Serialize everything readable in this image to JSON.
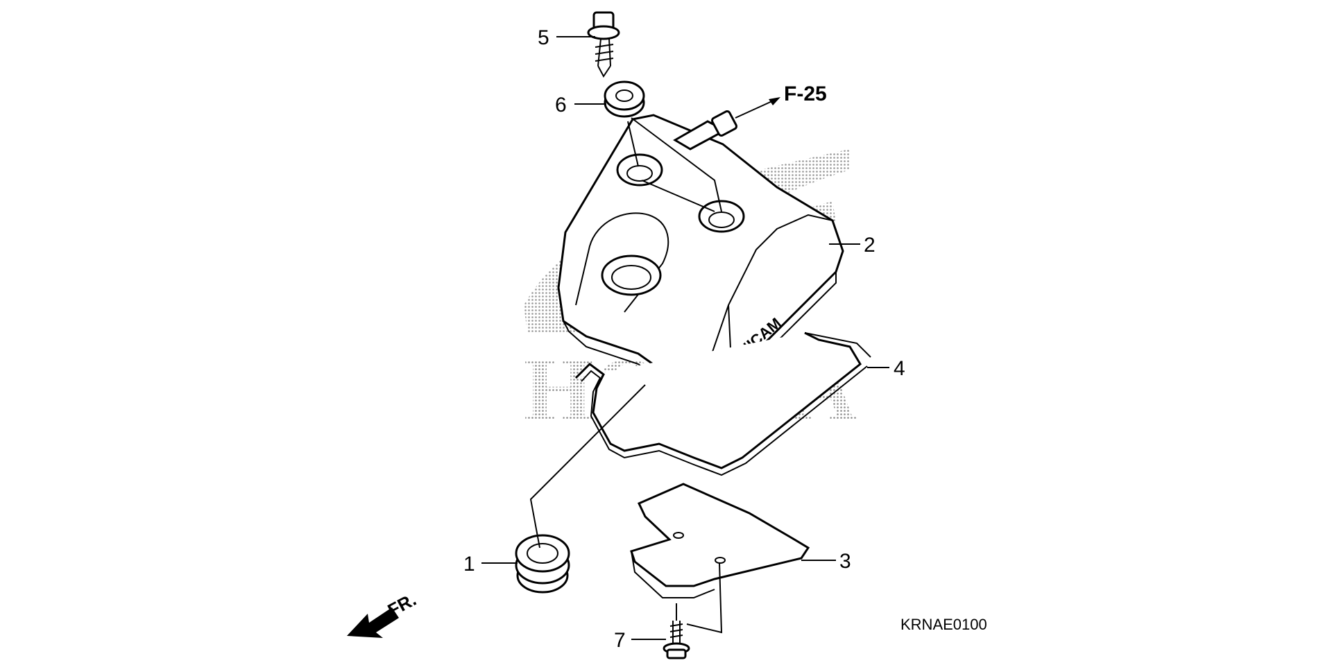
{
  "watermark": {
    "text": "HONDA",
    "color": "#b5b5b5"
  },
  "cover_label": "UNICAM",
  "callouts": [
    {
      "id": "1",
      "label": "1"
    },
    {
      "id": "2",
      "label": "2"
    },
    {
      "id": "3",
      "label": "3"
    },
    {
      "id": "4",
      "label": "4"
    },
    {
      "id": "5",
      "label": "5"
    },
    {
      "id": "6",
      "label": "6"
    },
    {
      "id": "7",
      "label": "7"
    }
  ],
  "reference": "F-25",
  "direction_label": "FR.",
  "diagram_code": "KRNAE0100"
}
